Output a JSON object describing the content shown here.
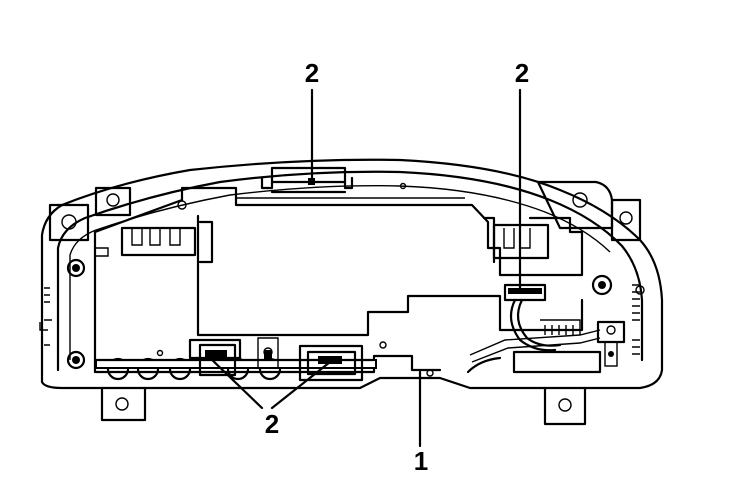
{
  "callouts": {
    "top_center": "2",
    "top_right": "2",
    "bottom_left": "2",
    "bottom_center": "1"
  },
  "colors": {
    "line": "#000000",
    "background": "#ffffff"
  }
}
